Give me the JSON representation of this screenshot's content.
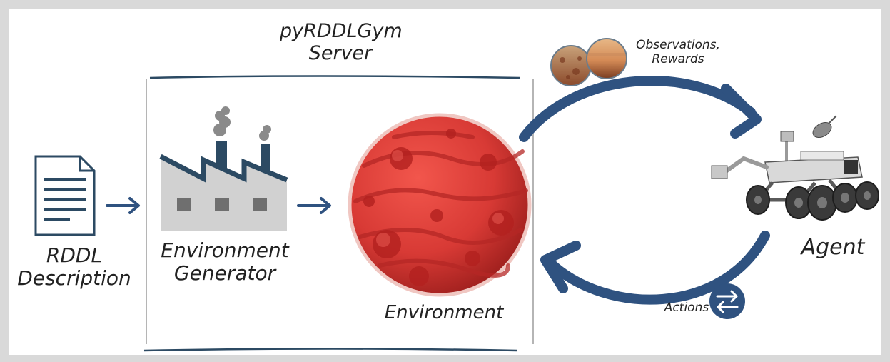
{
  "title": {
    "line1": "pyRDDLGym",
    "line2": "Server"
  },
  "nodes": {
    "rddl": {
      "line1": "RDDL",
      "line2": "Description"
    },
    "generator": {
      "line1": "Environment",
      "line2": "Generator"
    },
    "environment": {
      "label": "Environment"
    },
    "agent": {
      "label": "Agent"
    }
  },
  "edges": {
    "observations": {
      "line1": "Observations,",
      "line2": "Rewards"
    },
    "actions": {
      "label": "Actions"
    }
  },
  "colors": {
    "arrow": "#2f5280",
    "box_border": "#2c4a63",
    "planet": "#d83a35",
    "factory": "#cfcfcf",
    "chimney": "#2c4a63"
  },
  "icons": {
    "document": "document-icon",
    "factory": "factory-icon",
    "planet": "planet-icon",
    "rover": "rover-icon",
    "swap": "swap-arrows-icon",
    "mars_photos": "mars-photo-thumbnails"
  }
}
